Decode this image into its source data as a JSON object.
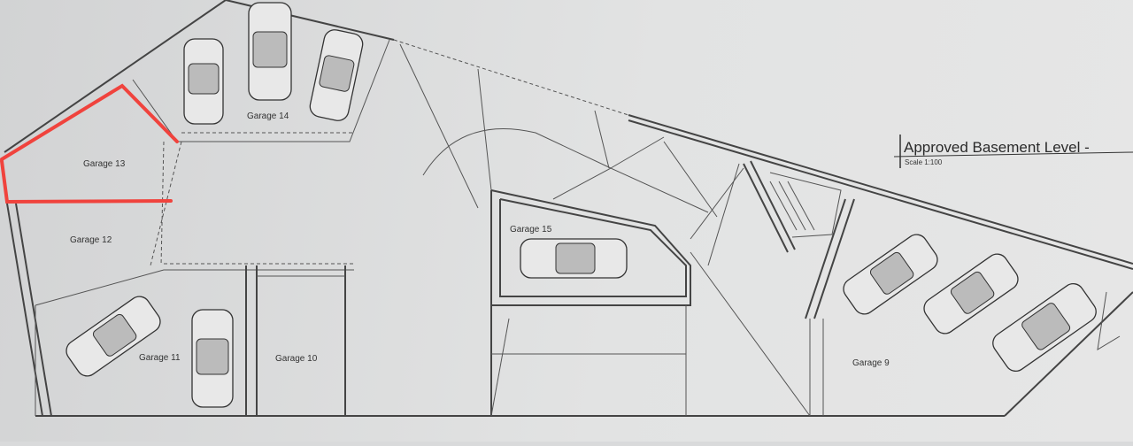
{
  "drawing": {
    "title": "Approved Basement Level -",
    "scale": "Scale 1:100"
  },
  "garages": [
    {
      "id": "13",
      "label": "Garage 13",
      "highlighted": true
    },
    {
      "id": "12",
      "label": "Garage 12"
    },
    {
      "id": "11",
      "label": "Garage 11"
    },
    {
      "id": "10",
      "label": "Garage 10"
    },
    {
      "id": "14",
      "label": "Garage 14"
    },
    {
      "id": "15",
      "label": "Garage 15"
    },
    {
      "id": "9",
      "label": "Garage 9"
    }
  ],
  "colors": {
    "highlight": "#f0433d",
    "linework": "#444444",
    "paper": "#dcdddd"
  }
}
